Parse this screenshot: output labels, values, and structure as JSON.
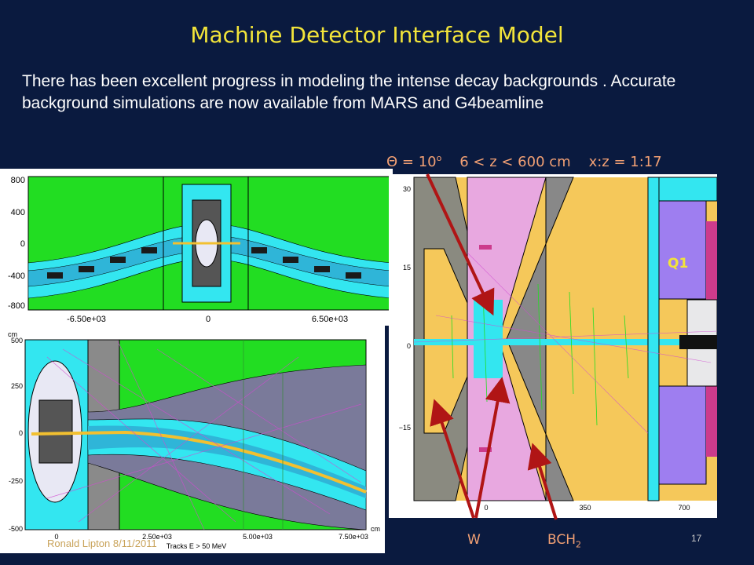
{
  "slide": {
    "title": "Machine Detector Interface Model",
    "body": "There has been excellent progress in modeling the intense decay backgrounds . Accurate background simulations are now available from MARS and G4beamline",
    "caption": {
      "theta": "Θ = 10",
      "degree": "o",
      "z_range": "6 < z < 600 cm",
      "scale": "x:z = 1:17"
    },
    "q1_label": "Q1",
    "bottom_labels": {
      "w": "W",
      "bch": "BCH",
      "bch_sub": "2"
    },
    "footer": "Ronald Lipton 8/11/2011",
    "slide_number": "17"
  },
  "plot_top": {
    "y_ticks": [
      "800",
      "400",
      "0",
      "-400",
      "-800"
    ],
    "x_ticks": [
      "-6.50e+03",
      "0",
      "6.50e+03"
    ]
  },
  "plot_bottom": {
    "y_unit": "cm",
    "y_ticks": [
      "500",
      "250",
      "0",
      "-250",
      "-500"
    ],
    "x_ticks": [
      "0",
      "2.50e+03",
      "5.00e+03",
      "7.50e+03"
    ],
    "x_unit": "cm",
    "x_caption": "Tracks E > 50 MeV"
  },
  "plot_right": {
    "y_ticks": [
      "30",
      "15",
      "0",
      "−15"
    ],
    "x_ticks": [
      "0",
      "350",
      "700"
    ]
  },
  "colors": {
    "background": "#0a1a3f",
    "title": "#f2e43a",
    "caption": "#f2a074",
    "arrow": "#b01515",
    "green_region": "#22dd22",
    "cyan_region": "#33e6f0"
  }
}
